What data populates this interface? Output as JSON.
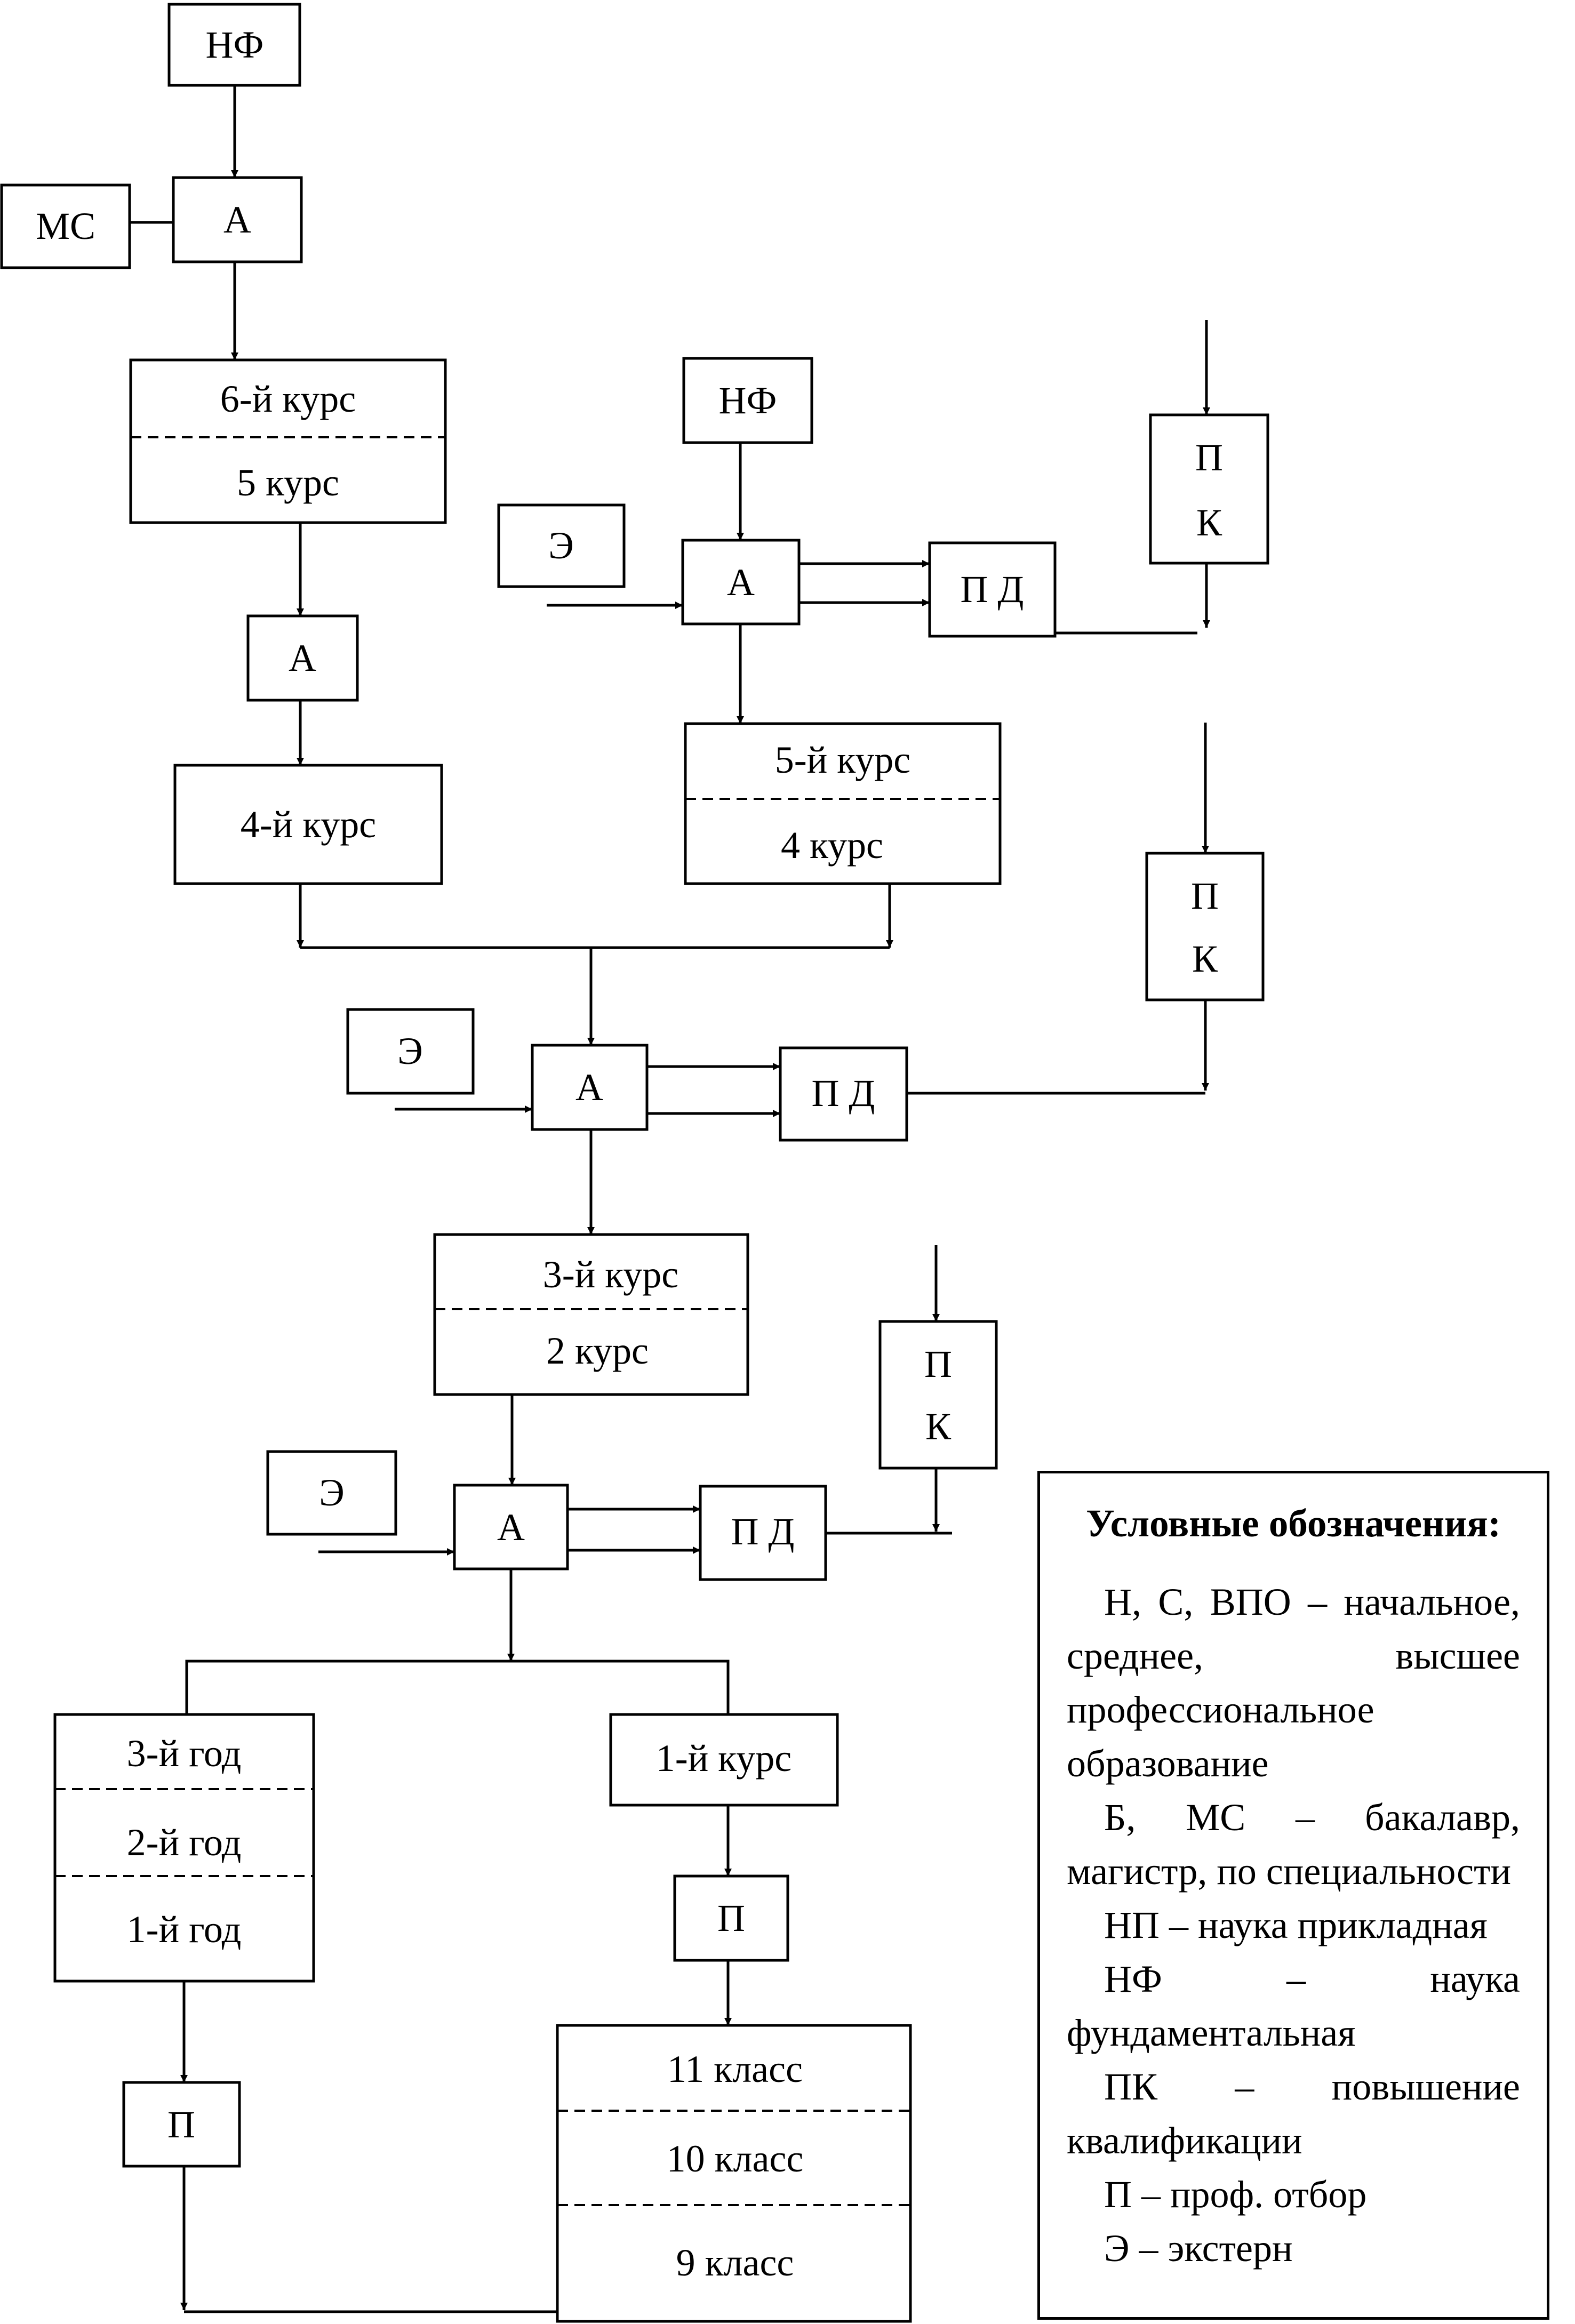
{
  "blocks": {
    "nf_top": "НФ",
    "ms": "МС",
    "a_top": "А",
    "course6": "6-й курс",
    "course5": "5 курс",
    "a_left": "А",
    "course4_left": "4-й курс",
    "nf_mid": "НФ",
    "e1": "Э",
    "a_mid": "А",
    "pd1": "П Д",
    "pk1_line1": "П",
    "pk1_line2": "К",
    "course5b": "5-й курс",
    "course4b": "4 курс",
    "pk2_line1": "П",
    "pk2_line2": "К",
    "e2": "Э",
    "a_center": "А",
    "pd2": "П Д",
    "course3": "3-й курс",
    "course2": "2 курс",
    "pk3_line1": "П",
    "pk3_line2": "К",
    "e3": "Э",
    "a_low": "А",
    "pd3": "П Д",
    "year3": "3-й год",
    "year2": "2-й год",
    "year1": "1-й год",
    "course1": "1-й курс",
    "p_right": "П",
    "p_left": "П",
    "class11": "11 класс",
    "class10": "10 класс",
    "class9": "9 класс"
  },
  "legend": {
    "title": "Условные обозначения:",
    "items": [
      "Н, С, ВПО – начальное, среднее, высшее профессиональное образование",
      "Б, МС – бакалавр, магистр, по специальности",
      "НП – наука прикладная",
      "НФ – наука фундаментальная",
      "ПК – повышение квалификации",
      "П – проф. отбор",
      "Э – экстерн"
    ]
  }
}
